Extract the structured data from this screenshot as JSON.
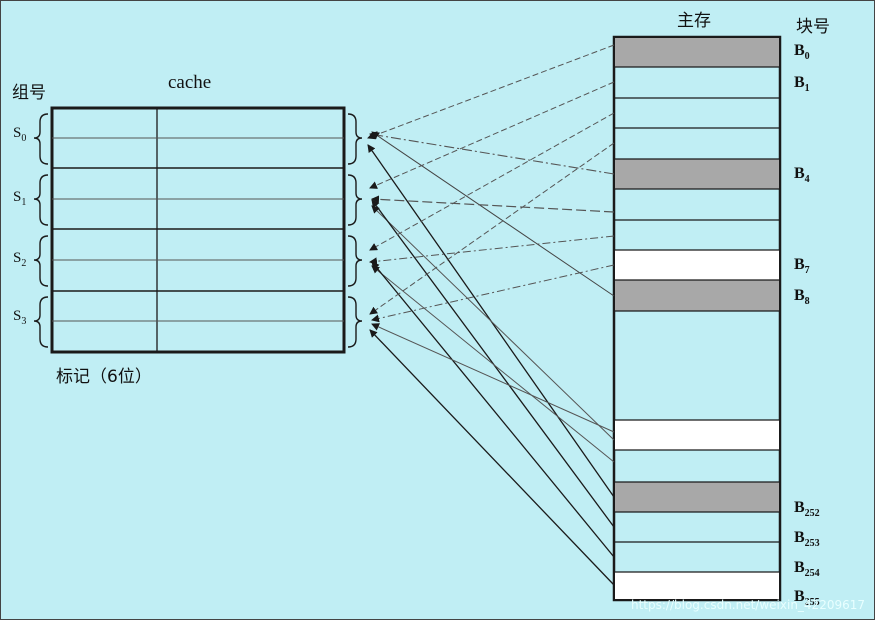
{
  "labels": {
    "set_header": "组号",
    "cache_title": "cache",
    "main_memory_title": "主存",
    "block_header": "块号",
    "tag_caption": "标记（6位）"
  },
  "sets": [
    {
      "letter": "S",
      "sub": "0"
    },
    {
      "letter": "S",
      "sub": "1"
    },
    {
      "letter": "S",
      "sub": "2"
    },
    {
      "letter": "S",
      "sub": "3"
    }
  ],
  "blocks": [
    {
      "letter": "B",
      "sub": "0"
    },
    {
      "letter": "B",
      "sub": "1"
    },
    {
      "letter": "B",
      "sub": "4"
    },
    {
      "letter": "B",
      "sub": "7"
    },
    {
      "letter": "B",
      "sub": "8"
    },
    {
      "letter": "B",
      "sub": "252"
    },
    {
      "letter": "B",
      "sub": "253"
    },
    {
      "letter": "B",
      "sub": "254"
    },
    {
      "letter": "B",
      "sub": "255"
    }
  ],
  "watermark": "https://blog.csdn.net/weixin_42209617",
  "colors": {
    "background": "#c0eef4",
    "shaded_block": "#a8a8a8",
    "white_block": "#ffffff",
    "line": "#1a1a1a",
    "faint_line": "#6a8a8e"
  }
}
